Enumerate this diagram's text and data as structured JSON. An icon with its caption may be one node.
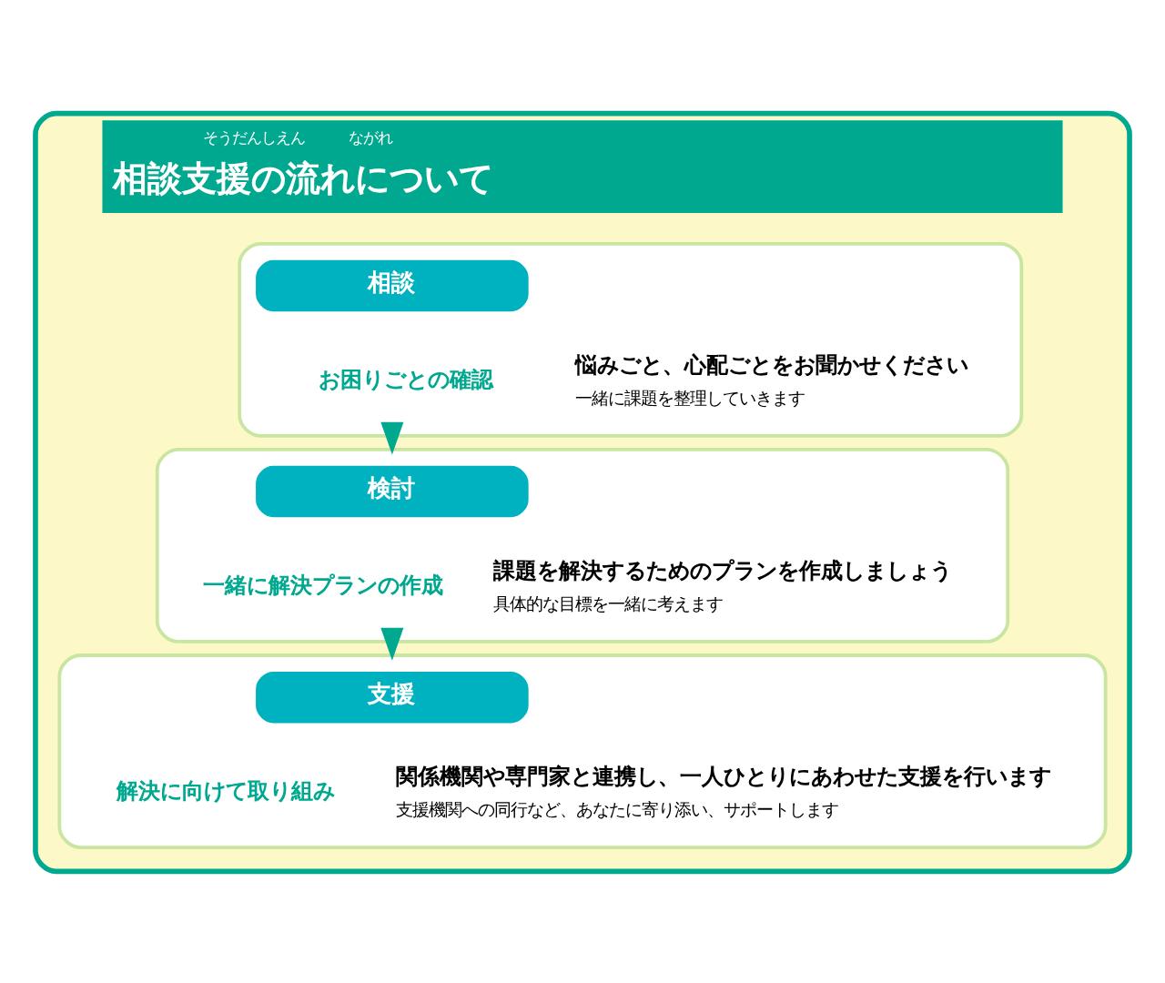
{
  "diagram": {
    "nodes": [
      {
        "text": [
          "相談支援の流れについて"
        ],
        "beside": [
          "そうだんしえん",
          "ながれ"
        ]
      },
      {
        "text": [
          "お困りごとの確認",
          "悩みごと、心配ごとをお聞かせください",
          "一緒に課題を整理していきます"
        ],
        "in": 0
      },
      {
        "text": [
          "相談"
        ],
        "in": 1
      },
      {
        "text": [
          "一緒に解決プランの作成",
          "課題を解決するためのプランを作成しましょう",
          "具体的な目標を一緒に考えます"
        ],
        "in": 0
      },
      {
        "text": [
          "検討"
        ],
        "in": 3
      },
      {
        "text": [
          "解決に向けて取り組み",
          "関係機関や専門家と連携し、一人ひとりにあわせた支援を行います",
          "支援機関への同行など、あなたに寄り添い、サポートします"
        ],
        "in": 0
      },
      {
        "text": [
          "支援"
        ],
        "in": 5
      }
    ],
    "edges": [
      {
        "from": 1,
        "to": 3,
        "arrow": "to"
      },
      {
        "from": 3,
        "to": 5,
        "arrow": "to"
      }
    ]
  }
}
